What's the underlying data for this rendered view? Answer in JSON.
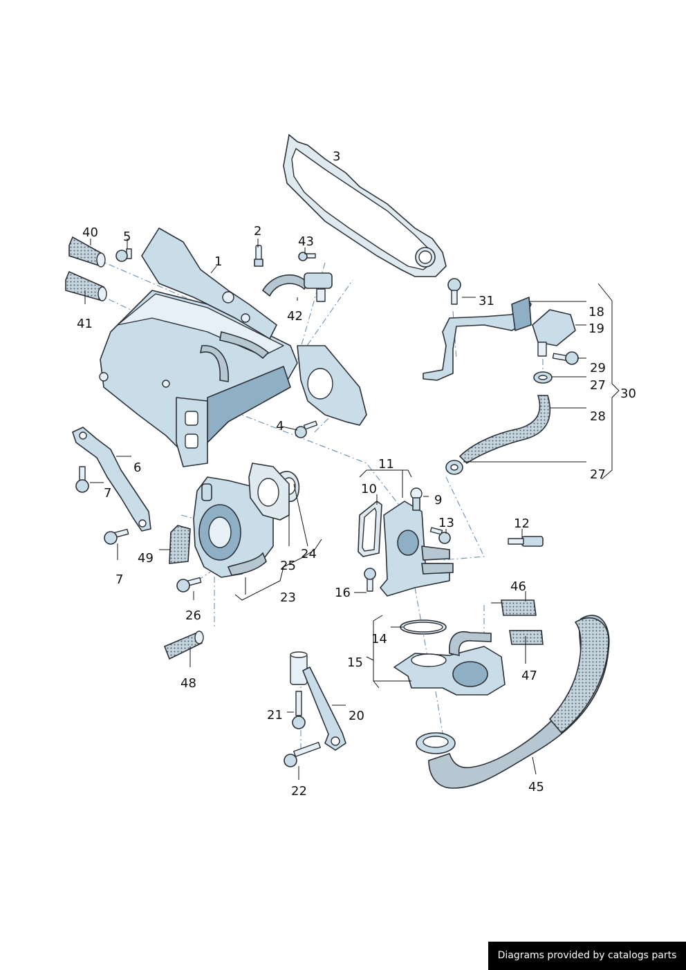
{
  "labels": {
    "p1": "1",
    "p2": "2",
    "p3": "3",
    "p4": "4",
    "p5": "5",
    "p6": "6",
    "p7a": "7",
    "p7b": "7",
    "p9": "9",
    "p10": "10",
    "p11": "11",
    "p12": "12",
    "p13": "13",
    "p14": "14",
    "p15": "15",
    "p16": "16",
    "p18": "18",
    "p19": "19",
    "p20": "20",
    "p21": "21",
    "p22": "22",
    "p23": "23",
    "p24": "24",
    "p25": "25",
    "p26": "26",
    "p27a": "27",
    "p27b": "27",
    "p28": "28",
    "p29": "29",
    "p30": "30",
    "p31": "31",
    "p40": "40",
    "p41": "41",
    "p42": "42",
    "p43": "43",
    "p45": "45",
    "p46": "46",
    "p47": "47",
    "p48": "48",
    "p49": "49"
  },
  "credit": "Diagrams provided by catalogs parts"
}
